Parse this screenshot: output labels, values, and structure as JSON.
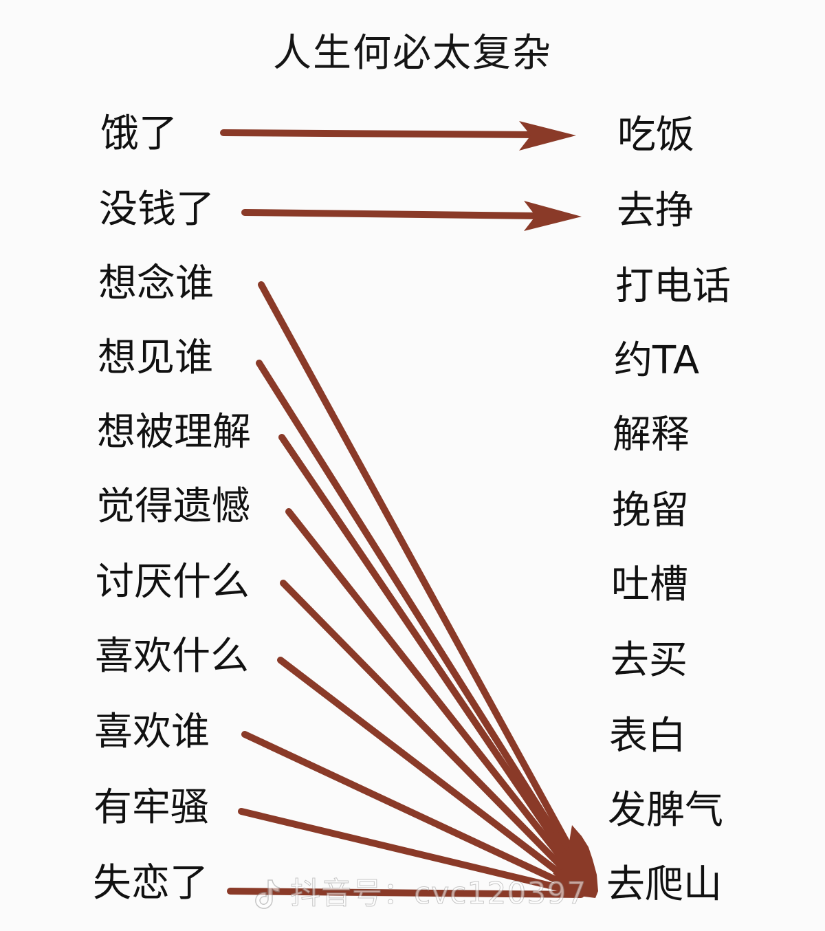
{
  "title": "人生何必太复杂",
  "left_items": [
    {
      "label": "饿了"
    },
    {
      "label": "没钱了"
    },
    {
      "label": "想念谁"
    },
    {
      "label": "想见谁"
    },
    {
      "label": "想被理解"
    },
    {
      "label": "觉得遗憾"
    },
    {
      "label": "讨厌什么"
    },
    {
      "label": "喜欢什么"
    },
    {
      "label": "喜欢谁"
    },
    {
      "label": "有牢骚"
    },
    {
      "label": "失恋了"
    }
  ],
  "right_items": [
    {
      "label": "吃饭"
    },
    {
      "label": "去挣"
    },
    {
      "label": "打电话"
    },
    {
      "label": "约TA"
    },
    {
      "label": "解释"
    },
    {
      "label": "挽留"
    },
    {
      "label": "吐槽"
    },
    {
      "label": "去买"
    },
    {
      "label": "表白"
    },
    {
      "label": "发脾气"
    },
    {
      "label": "去爬山"
    }
  ],
  "arrows": [
    {
      "from": "饿了",
      "to": "吃饭"
    },
    {
      "from": "没钱了",
      "to": "去挣"
    },
    {
      "from": "想念谁",
      "to": "去爬山"
    },
    {
      "from": "想见谁",
      "to": "去爬山"
    },
    {
      "from": "想被理解",
      "to": "去爬山"
    },
    {
      "from": "觉得遗憾",
      "to": "去爬山"
    },
    {
      "from": "讨厌什么",
      "to": "去爬山"
    },
    {
      "from": "喜欢什么",
      "to": "去爬山"
    },
    {
      "from": "喜欢谁",
      "to": "去爬山"
    },
    {
      "from": "有牢骚",
      "to": "去爬山"
    },
    {
      "from": "失恋了",
      "to": "去爬山"
    }
  ],
  "watermark": {
    "icon": "douyin-note-icon",
    "text": "抖音号：cvc120397"
  },
  "colors": {
    "arrow": "#8a3a28",
    "text": "#111111",
    "background": "#fbfbfb"
  }
}
